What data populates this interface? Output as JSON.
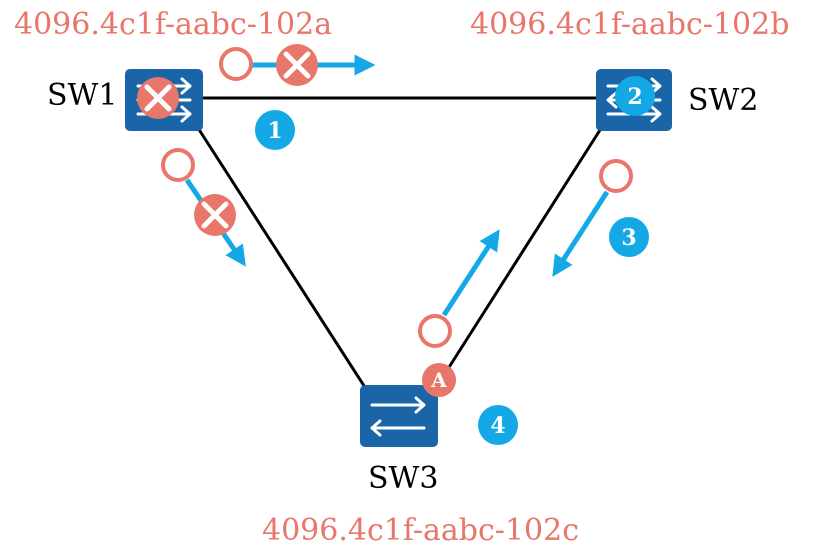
{
  "colors": {
    "accent_red": "#e8766a",
    "accent_blue": "#14a9e6",
    "switch_blue": "#1a64a8",
    "link": "#000000"
  },
  "bridge_ids": {
    "sw1": "4096.4c1f-aabc-102a",
    "sw2": "4096.4c1f-aabc-102b",
    "sw3": "4096.4c1f-aabc-102c"
  },
  "switches": {
    "sw1": {
      "name": "SW1",
      "icon": "switch-icon"
    },
    "sw2": {
      "name": "SW2",
      "icon": "switch-icon"
    },
    "sw3": {
      "name": "SW3",
      "icon": "switch-icon"
    }
  },
  "steps": [
    "1",
    "2",
    "3",
    "4"
  ],
  "agreement_badge": "A"
}
